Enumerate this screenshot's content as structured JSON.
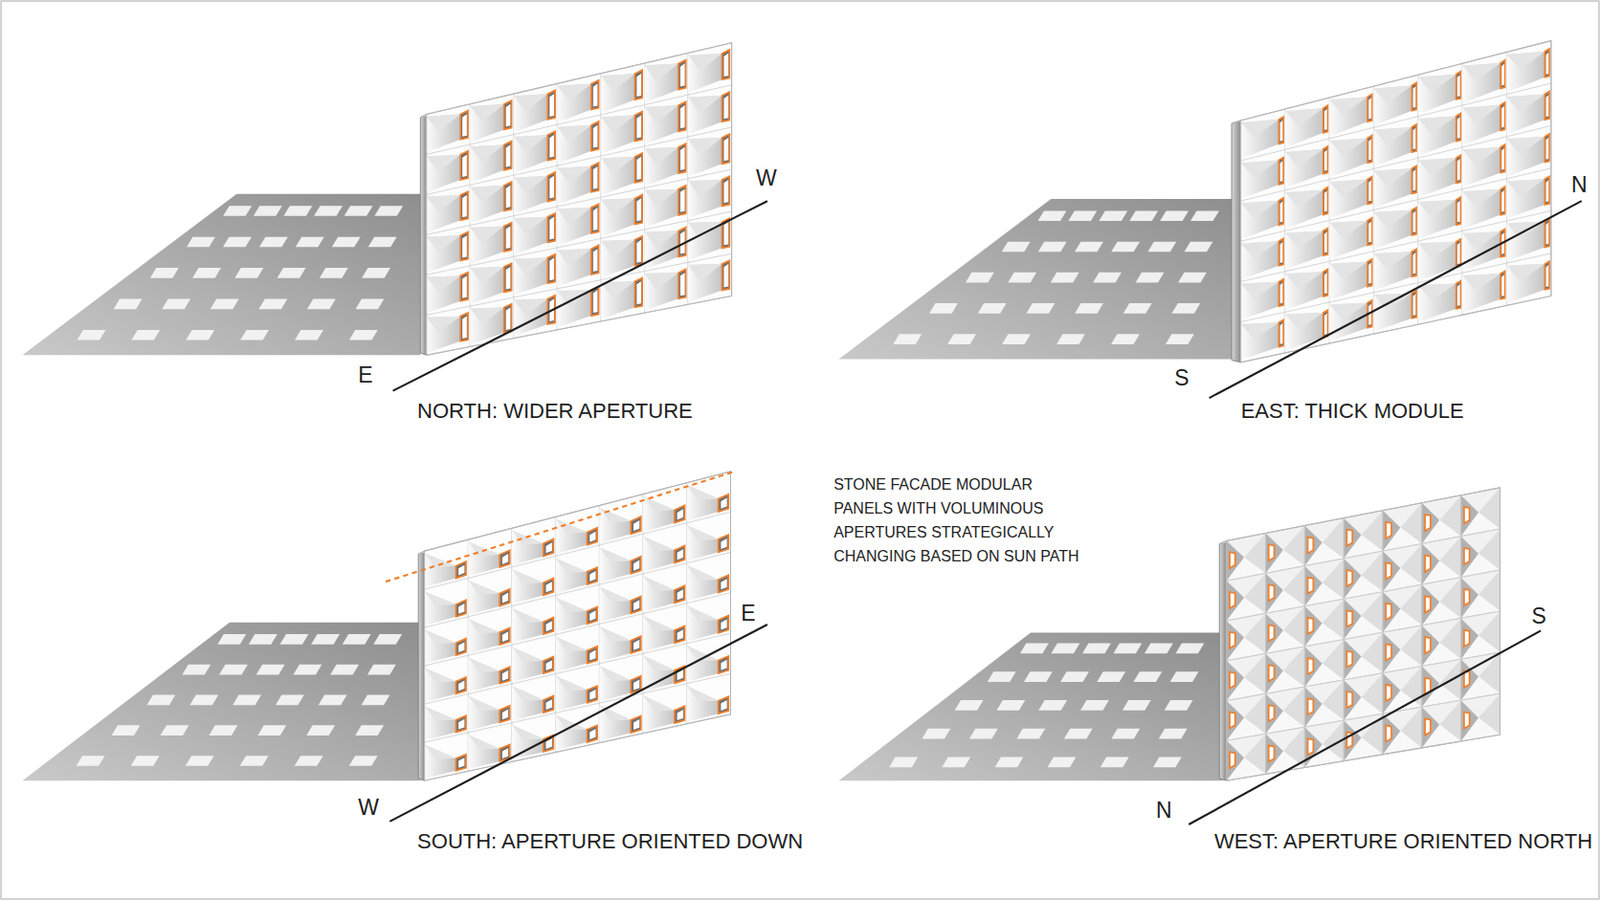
{
  "diagram": {
    "labels": [
      "W",
      "E",
      "NORTH: WIDER APERTURE",
      "N",
      "S",
      "EAST: THICK MODULE",
      "E",
      "W",
      "SOUTH: APERTURE ORIENTED DOWN",
      "STONE FACADE MODULAR PANELS WITH VOLUMINOUS APERTURES STRATEGICALLY CHANGING BASED ON SUN PATH",
      "S",
      "N",
      "WEST: APERTURE ORIENTED NORTH"
    ]
  }
}
